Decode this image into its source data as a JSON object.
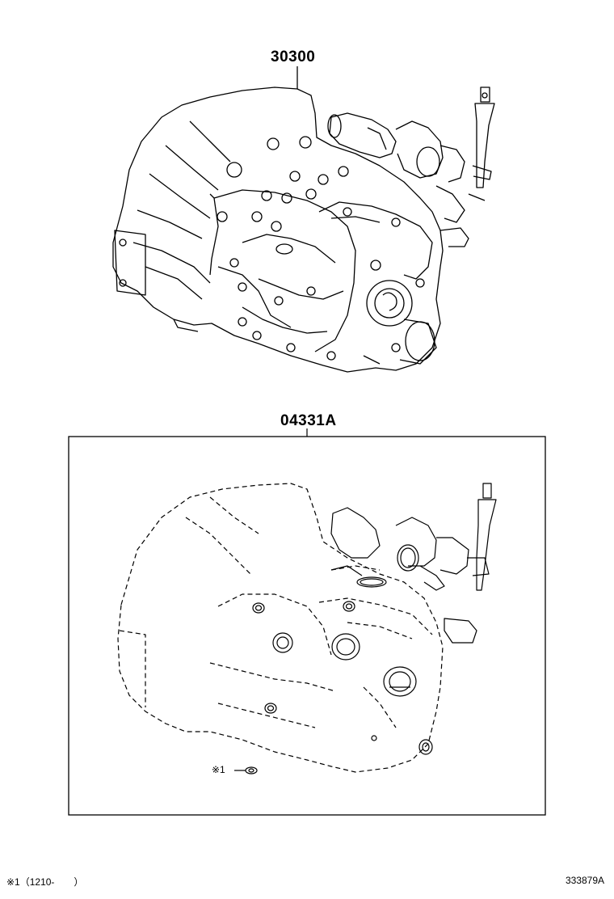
{
  "parts": {
    "transaxle_assy": {
      "number": "30300"
    },
    "gasket_kit": {
      "number": "04331A"
    }
  },
  "kit_item_marker": "※1",
  "footnote": "※1（1210-　　）",
  "illustration_id": "333879A",
  "line_color": "#000000",
  "background_color": "#ffffff"
}
